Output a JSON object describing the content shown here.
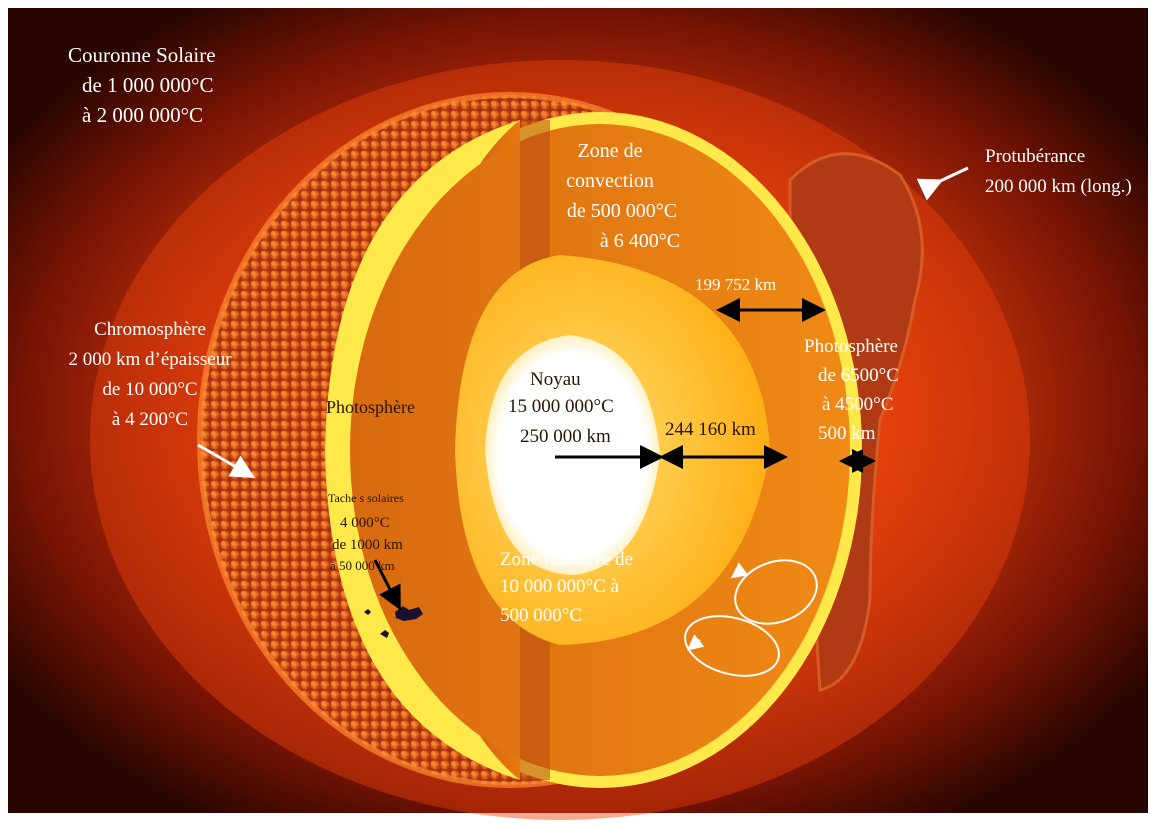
{
  "diagram": {
    "corona_label": [
      "Couronne Solaire",
      "de 1 000 000°C",
      "à  2 000 000°C"
    ],
    "prominence_label": [
      "Protubérance",
      "200 000 km (long.)"
    ],
    "convection_label": [
      "Zone de",
      "convection",
      "de 500 000°C",
      "à  6 400°C"
    ],
    "convection_thickness": "199 752 km",
    "chromosphere_label": [
      "Chromosphère",
      "2 000 km d’épaisseur",
      "de 10 000°C",
      "à 4 200°C"
    ],
    "photosphere_left_label": "Photosphère",
    "photosphere_right_label": [
      "Photosphère",
      "de  6500°C",
      "à   4500°C",
      "500 km"
    ],
    "core_label": [
      "Noyau",
      "15 000 000°C",
      "250 000  km"
    ],
    "radiative_thickness": "244  160 km",
    "sunspots_label": [
      "Tache s solaires",
      "4 000°C",
      "de 1000 km",
      "à 50 000 km"
    ],
    "radiative_label": [
      "Zone radiative de",
      "10 000 000°C à",
      "500 000°C"
    ],
    "colors": {
      "background": "#1a0800",
      "corona": "#d9300a",
      "surface": "#c8461a",
      "photosphere": "#ffe94a",
      "convection": "#e8790c",
      "radiative": "#ffbb1c",
      "core": "#ffffff"
    }
  }
}
